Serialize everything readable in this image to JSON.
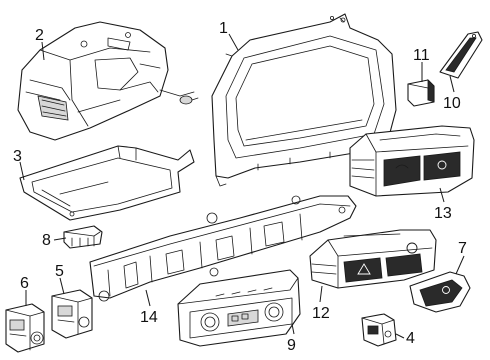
{
  "callouts": [
    {
      "id": "1",
      "text": "1"
    },
    {
      "id": "2",
      "text": "2"
    },
    {
      "id": "3",
      "text": "3"
    },
    {
      "id": "4",
      "text": "4"
    },
    {
      "id": "5",
      "text": "5"
    },
    {
      "id": "6",
      "text": "6"
    },
    {
      "id": "7",
      "text": "7"
    },
    {
      "id": "8",
      "text": "8"
    },
    {
      "id": "9",
      "text": "9"
    },
    {
      "id": "10",
      "text": "10"
    },
    {
      "id": "11",
      "text": "11"
    },
    {
      "id": "12",
      "text": "12"
    },
    {
      "id": "13",
      "text": "13"
    },
    {
      "id": "14",
      "text": "14"
    }
  ],
  "style": {
    "line_color": "#1a1a1a",
    "background": "#ffffff"
  }
}
